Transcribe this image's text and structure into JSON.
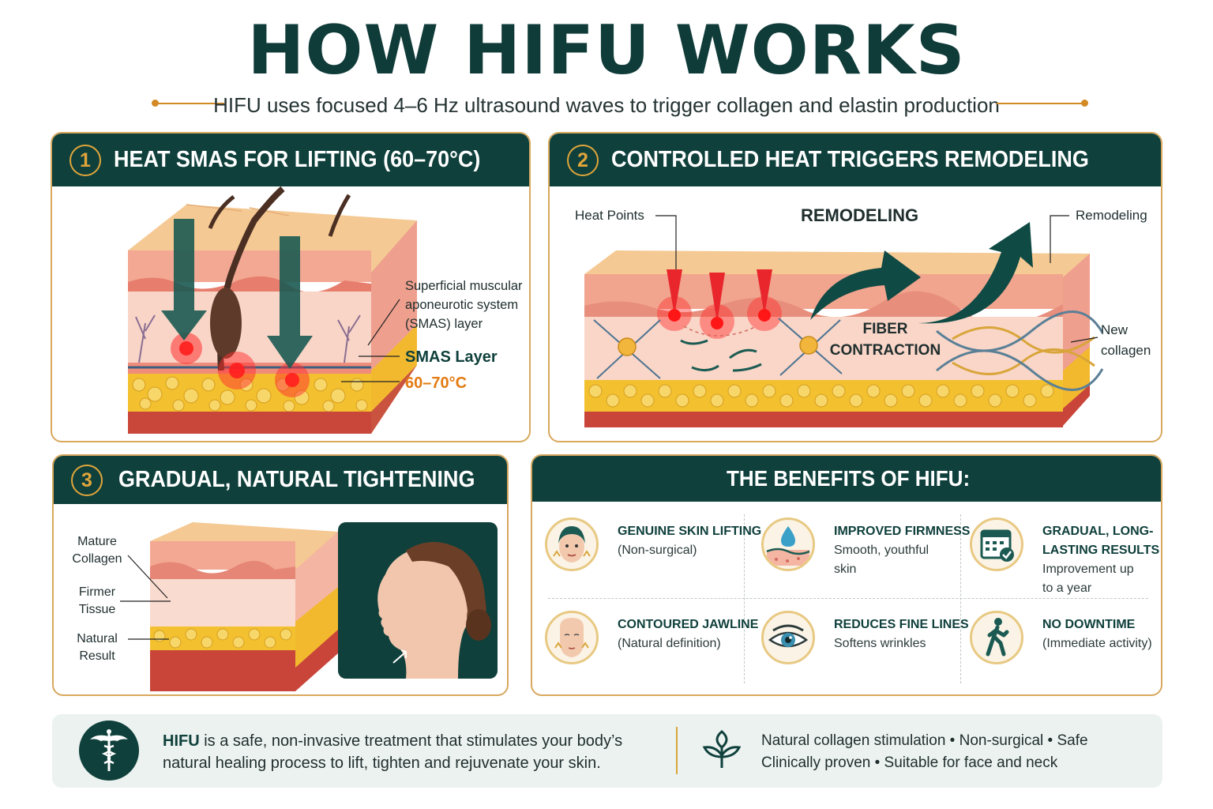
{
  "header": {
    "title": "HOW HIFU WORKS",
    "subtitle": "HIFU uses focused 4–6 Hz ultrasound waves to trigger collagen and elastin production"
  },
  "colors": {
    "dark_teal": "#0f403c",
    "gold": "#e0a53a",
    "orange_accent": "#e37b12",
    "heat_red": "#e8262b",
    "skin": "#f4b6a2",
    "fat_yellow": "#f5c33b"
  },
  "step1": {
    "number": "1",
    "heading": "HEAT SMAS FOR LIFTING (60–70°C)",
    "label_smas_desc": [
      "Superficial muscular",
      "aponeurotic system",
      "(SMAS) layer"
    ],
    "label_smas": "SMAS Layer",
    "label_temp": "60–70°C"
  },
  "step2": {
    "number": "2",
    "heading": "CONTROLLED HEAT TRIGGERS REMODELING",
    "label_heat_points": "Heat Points",
    "label_remodeling_center": "REMODELING",
    "label_remodeling_right": "Remodeling",
    "label_fiber": [
      "FIBER",
      "CONTRACTION"
    ],
    "label_new_collagen": [
      "New",
      "collagen"
    ]
  },
  "step3": {
    "number": "3",
    "heading": "GRADUAL, NATURAL TIGHTENING",
    "label_mature": [
      "Mature",
      "Collagen"
    ],
    "label_firmer": [
      "Firmer",
      "Tissue"
    ],
    "label_natural": [
      "Natural",
      "Result"
    ]
  },
  "benefits": {
    "heading": "THE BENEFITS OF HIFU:",
    "items": [
      {
        "icon": "face-lift-icon",
        "title": "GENUINE SKIN LIFTING",
        "desc": [
          "(Non-surgical)"
        ]
      },
      {
        "icon": "water-drop-skin-icon",
        "title": "IMPROVED FIRMNESS",
        "desc": [
          "Smooth, youthful",
          "skin"
        ]
      },
      {
        "icon": "calendar-check-icon",
        "title": [
          "GRADUAL, LONG-",
          "LASTING RESULTS"
        ],
        "desc": [
          "Improvement up",
          "to a year"
        ]
      },
      {
        "icon": "jawline-icon",
        "title": "CONTOURED JAWLINE",
        "desc": [
          "(Natural definition)"
        ]
      },
      {
        "icon": "eye-icon",
        "title": "REDUCES FINE LINES",
        "desc": [
          "Softens wrinkles"
        ]
      },
      {
        "icon": "walking-person-icon",
        "title": "NO DOWNTIME",
        "desc": [
          "(Immediate activity)"
        ]
      }
    ]
  },
  "footer": {
    "bold": "HIFU",
    "line1_rest": " is a safe, non-invasive treatment that stimulates your body’s",
    "line2": "natural healing process to lift, tighten and rejuvenate your skin.",
    "features_line1": "Natural collagen stimulation • Non-surgical • Safe",
    "features_line2": "Clinically proven • Suitable for face and neck"
  }
}
